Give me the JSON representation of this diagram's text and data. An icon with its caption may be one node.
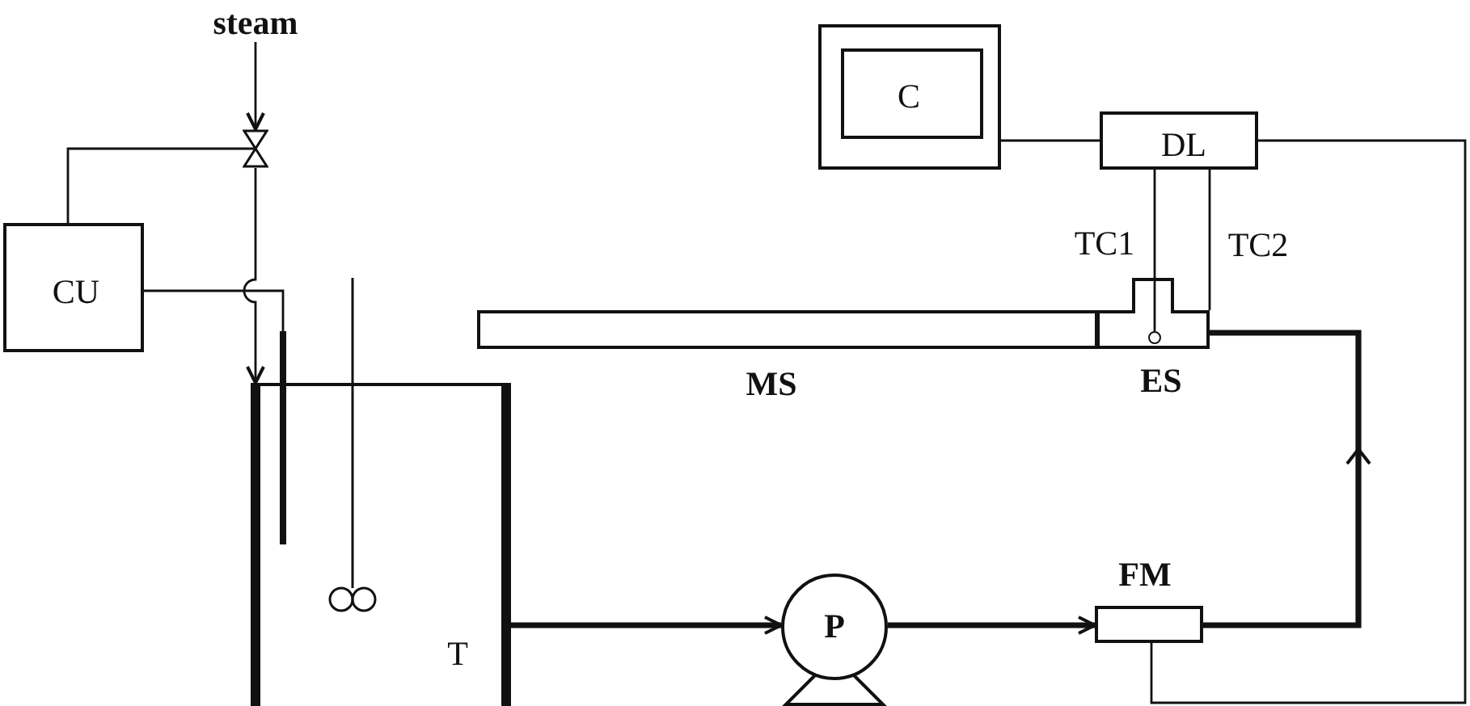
{
  "diagram": {
    "nodes": [
      {
        "text": [
          "steam"
        ]
      },
      {
        "text": [],
        "shape": "valve"
      },
      {
        "text": [
          "C"
        ]
      },
      {
        "text": [
          "DL"
        ]
      },
      {
        "text": [
          "CU"
        ]
      },
      {
        "text": [
          "MS"
        ]
      },
      {
        "text": [
          "ES"
        ]
      },
      {
        "text": [],
        "shape": "circle",
        "in": 6
      },
      {
        "text": [],
        "shape": "bar"
      },
      {
        "text": [
          "T"
        ]
      },
      {
        "text": [
          "P"
        ]
      },
      {
        "text": [
          "FM"
        ]
      }
    ],
    "edges": [
      {
        "from": 0,
        "to": 1,
        "arrow": "to"
      },
      {
        "from": 4,
        "to": 1,
        "arrow": "none"
      },
      {
        "from": 1,
        "to": 9,
        "arrow": "to"
      },
      {
        "from": 4,
        "to": 8,
        "arrow": "none"
      },
      {
        "from": 2,
        "to": 3,
        "arrow": "none"
      },
      {
        "from": 3,
        "to": 7,
        "arrow": "none",
        "label": "TC1"
      },
      {
        "from": 3,
        "to": 6,
        "arrow": "none",
        "label": "TC2"
      },
      {
        "from": 9,
        "to": 10,
        "arrow": "to",
        "style": "thick"
      },
      {
        "from": 10,
        "to": 11,
        "arrow": "to",
        "style": "thick"
      },
      {
        "from": 11,
        "to": 6,
        "arrow": "to",
        "style": "thick"
      },
      {
        "from": 11,
        "to": 3,
        "arrow": "none"
      }
    ]
  }
}
